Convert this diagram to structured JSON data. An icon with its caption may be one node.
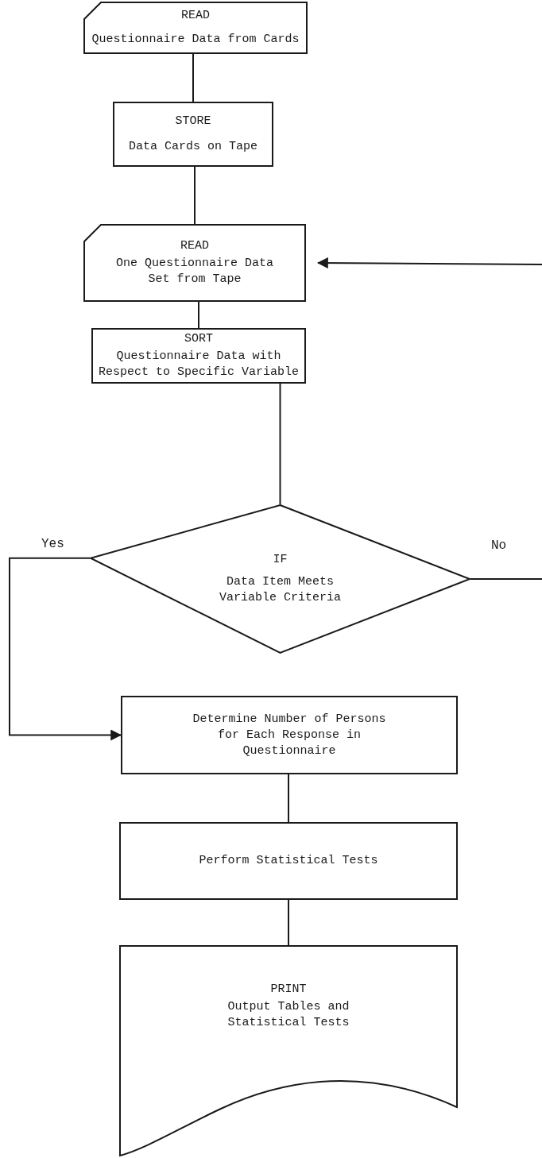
{
  "diagram": {
    "nodes": [
      {
        "text": [
          "READ",
          "Questionnaire Data from Cards"
        ]
      },
      {
        "text": [
          "STORE",
          "Data Cards on Tape"
        ]
      },
      {
        "text": [
          "READ",
          "One Questionnaire Data Set from Tape"
        ]
      },
      {
        "text": [
          "SORT",
          "Questionnaire Data with Respect to Specific Variable"
        ]
      },
      {
        "text": [
          "IF",
          "Data Item Meets Variable Criteria"
        ]
      },
      {
        "text": [
          "Determine Number of Persons for Each Response in Questionnaire"
        ]
      },
      {
        "text": [
          "Perform Statistical Tests"
        ]
      },
      {
        "text": [
          "PRINT",
          "Output Tables and Statistical Tests"
        ]
      }
    ],
    "edges": [
      {
        "from": 0,
        "to": 1,
        "arrow": "none"
      },
      {
        "from": 1,
        "to": 2,
        "arrow": "none"
      },
      {
        "from": 2,
        "to": 3,
        "arrow": "none"
      },
      {
        "from": 3,
        "to": 4,
        "arrow": "none"
      },
      {
        "from": 4,
        "to": 5,
        "arrow": "to",
        "label": "Yes"
      },
      {
        "from": 4,
        "to": null,
        "arrow": "none",
        "label": "No"
      },
      {
        "from": null,
        "to": 2,
        "arrow": "to"
      },
      {
        "from": 5,
        "to": 6,
        "arrow": "none"
      },
      {
        "from": 6,
        "to": 7,
        "arrow": "none"
      }
    ]
  }
}
